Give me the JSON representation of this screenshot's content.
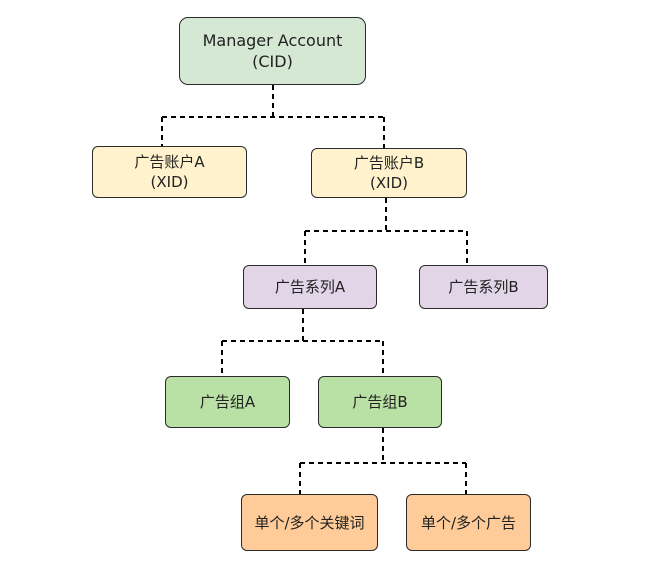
{
  "colors": {
    "manager": "#d5e8d4",
    "account": "#fff2cc",
    "campaign": "#e1d5e7",
    "adgroup": "#b9e0a5",
    "leaf": "#ffcc99",
    "border": "#2b2b2b",
    "connector": "#000000"
  },
  "nodes": {
    "manager": {
      "line1": "Manager Account",
      "line2": "(CID)"
    },
    "account_a": {
      "line1": "广告账户A",
      "line2": "(XID)"
    },
    "account_b": {
      "line1": "广告账户B",
      "line2": "(XID)"
    },
    "campaign_a": {
      "label": "广告系列A"
    },
    "campaign_b": {
      "label": "广告系列B"
    },
    "adgroup_a": {
      "label": "广告组A"
    },
    "adgroup_b": {
      "label": "广告组B"
    },
    "keywords": {
      "label": "单个/多个关键词"
    },
    "ads": {
      "label": "单个/多个广告"
    }
  }
}
